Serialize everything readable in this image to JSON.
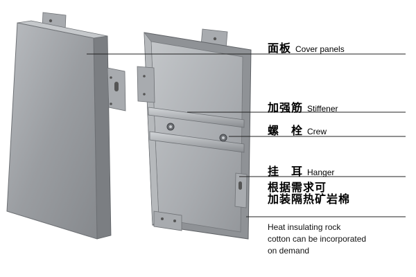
{
  "labels": {
    "cover": {
      "cn": "面板",
      "en": "Cover panels"
    },
    "stiffener": {
      "cn": "加强筋",
      "en": "Stiffener"
    },
    "screw": {
      "cn": "螺　栓",
      "en": "Crew"
    },
    "hanger": {
      "cn": "挂　耳",
      "en": "Hanger"
    },
    "insulation": {
      "cn_line1": "根据需求可",
      "cn_line2": "加装隔热矿岩棉",
      "en_line1": "Heat insulating rock",
      "en_line2": "cotton can be incorporated",
      "en_line3": "on demand"
    }
  },
  "colors": {
    "panel_front": "#9a9da1",
    "panel_side": "#7b7e82",
    "panel_inner": "#b4b7ba",
    "leader_line": "#222222"
  }
}
